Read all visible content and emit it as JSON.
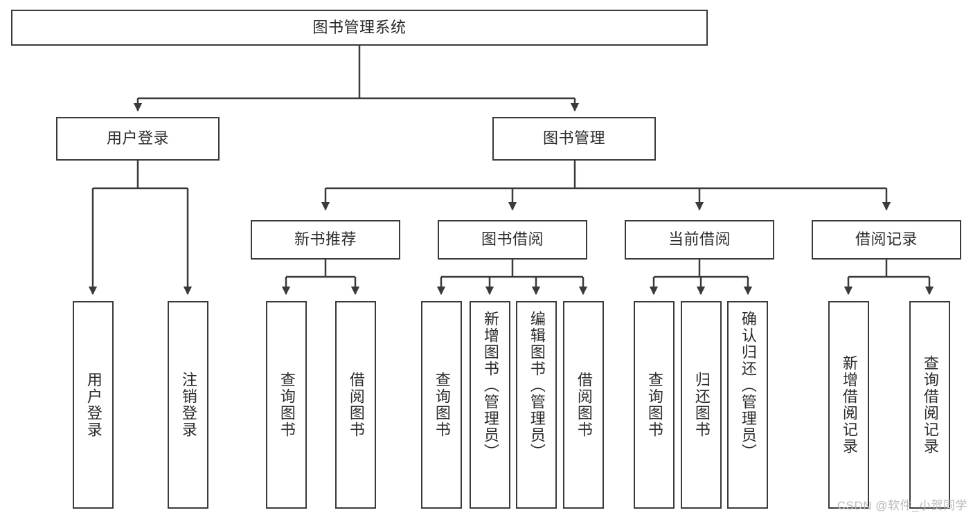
{
  "diagram": {
    "type": "tree",
    "title": "图书管理系统",
    "watermark": "CSDN @软件_小贺同学",
    "root": {
      "id": "root",
      "label": "图书管理系统"
    },
    "level1": [
      {
        "id": "user-login",
        "label": "用户登录"
      },
      {
        "id": "book-management",
        "label": "图书管理"
      }
    ],
    "level2": [
      {
        "id": "new-book-recommend",
        "label": "新书推荐",
        "parent": "book-management"
      },
      {
        "id": "book-borrow",
        "label": "图书借阅",
        "parent": "book-management"
      },
      {
        "id": "current-borrow",
        "label": "当前借阅",
        "parent": "book-management"
      },
      {
        "id": "borrow-record",
        "label": "借阅记录",
        "parent": "book-management"
      }
    ],
    "leaves": [
      {
        "id": "leaf-user-login",
        "label": "用户登录",
        "parent": "user-login"
      },
      {
        "id": "leaf-logout-login",
        "label": "注销登录",
        "parent": "user-login"
      },
      {
        "id": "leaf-query-book-1",
        "label": "查询图书",
        "parent": "new-book-recommend"
      },
      {
        "id": "leaf-borrow-book-1",
        "label": "借阅图书",
        "parent": "new-book-recommend"
      },
      {
        "id": "leaf-query-book-2",
        "label": "查询图书",
        "parent": "book-borrow"
      },
      {
        "id": "leaf-add-book",
        "label": "新增图书（管理员）",
        "parent": "book-borrow"
      },
      {
        "id": "leaf-edit-book",
        "label": "编辑图书（管理员）",
        "parent": "book-borrow"
      },
      {
        "id": "leaf-borrow-book-2",
        "label": "借阅图书",
        "parent": "book-borrow"
      },
      {
        "id": "leaf-query-book-3",
        "label": "查询图书",
        "parent": "current-borrow"
      },
      {
        "id": "leaf-return-book",
        "label": "归还图书",
        "parent": "current-borrow"
      },
      {
        "id": "leaf-confirm-return",
        "label": "确认归还（管理员）",
        "parent": "current-borrow"
      },
      {
        "id": "leaf-add-record",
        "label": "新增借阅记录",
        "parent": "borrow-record"
      },
      {
        "id": "leaf-query-record",
        "label": "查询借阅记录",
        "parent": "borrow-record"
      }
    ],
    "colors": {
      "stroke": "#3a3a3a",
      "text": "#2b2b2b",
      "background": "#ffffff",
      "watermark": "#b9b9b9"
    }
  }
}
